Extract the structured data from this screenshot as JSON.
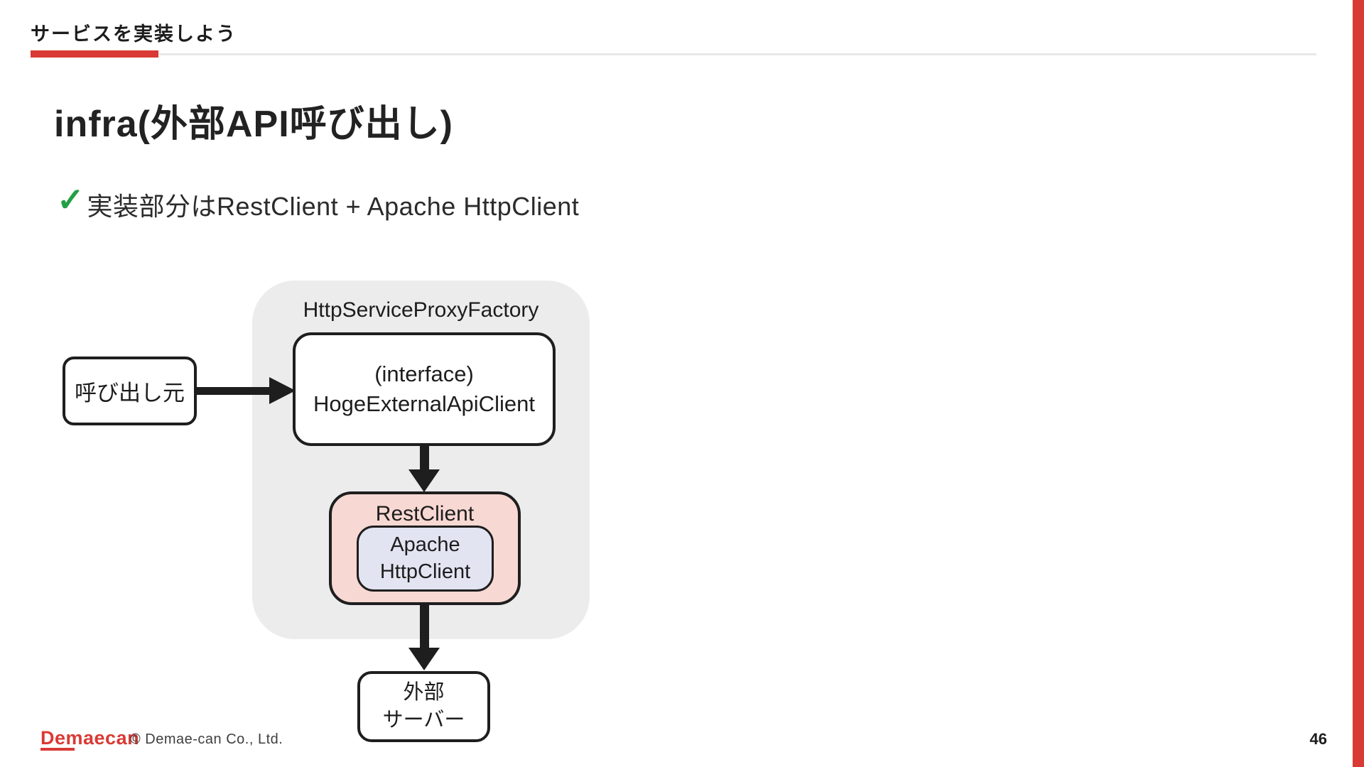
{
  "header": {
    "label": "サービスを実装しよう"
  },
  "title": "infra(外部API呼び出し)",
  "bullet": {
    "check_icon": "✓",
    "text": "実装部分はRestClient + Apache HttpClient"
  },
  "diagram": {
    "container_label": "HttpServiceProxyFactory",
    "caller_box": "呼び出し元",
    "interface_box": {
      "line1": "(interface)",
      "line2": "HogeExternalApiClient"
    },
    "restclient_box": "RestClient",
    "apache_box": {
      "line1": "Apache",
      "line2": "HttpClient"
    },
    "external_box": {
      "line1": "外部",
      "line2": "サーバー"
    }
  },
  "footer": {
    "logo": "Demaecan",
    "copyright": "© Demae-can Co., Ltd.",
    "page_number": "46"
  },
  "colors": {
    "accent_red": "#d93a34",
    "check_green": "#22a045",
    "container_gray": "#ececec",
    "restclient_pink": "#f8d8d3",
    "apache_lavender": "#e3e4f2",
    "border_black": "#1e1e1e",
    "text_dark": "#1c1c1c"
  }
}
